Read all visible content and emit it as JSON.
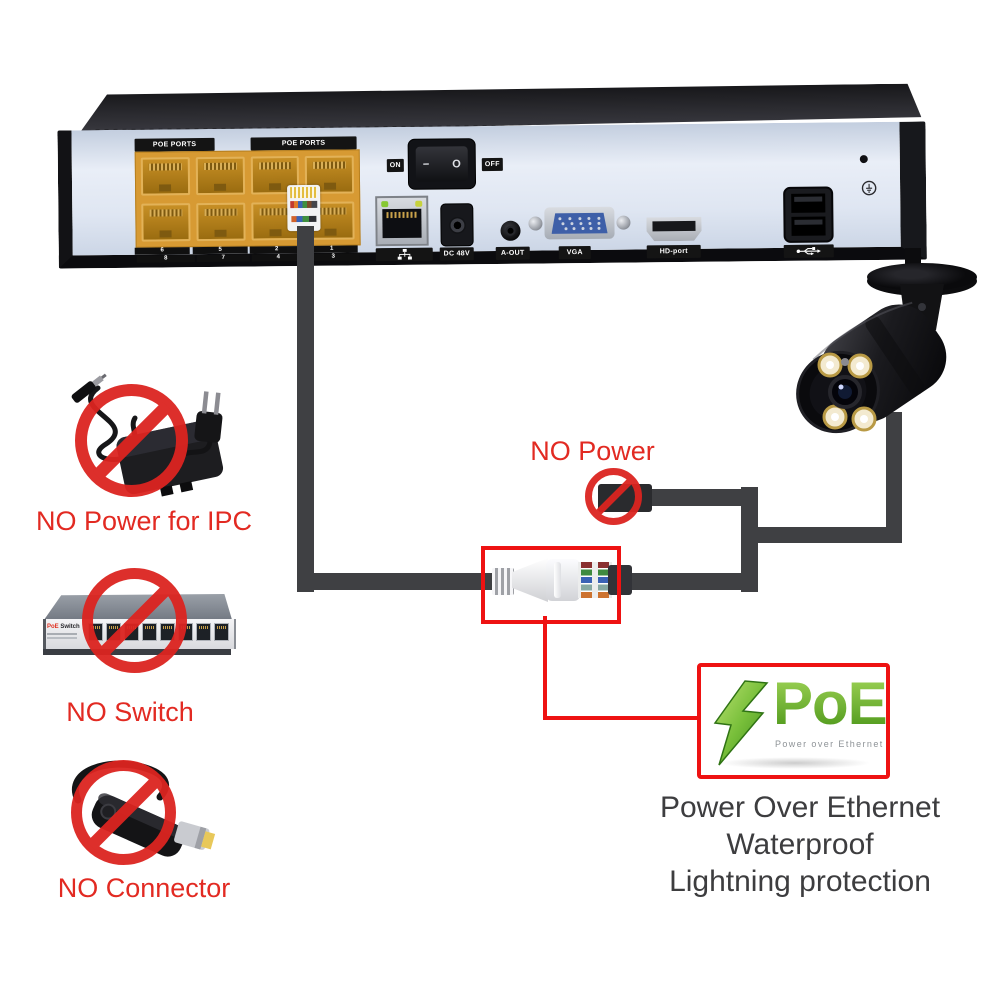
{
  "nvr": {
    "poe_ports_labels": [
      "POE PORTS",
      "POE PORTS"
    ],
    "port_numbers": {
      "row1": [
        "6",
        "5",
        "2",
        "1"
      ],
      "row2": [
        "8",
        "7",
        "4",
        "3"
      ]
    },
    "power": {
      "on": "ON",
      "off": "OFF",
      "rocker_line": "−",
      "rocker_circle": "O"
    },
    "jacks": {
      "dc": "DC 48V",
      "audio": "A-OUT",
      "vga": "VGA",
      "hdmi": "HD-port"
    }
  },
  "prohibited": {
    "power_for_ipc": "NO Power for IPC",
    "switch": "NO Switch",
    "connector": "NO Connector",
    "power": "NO Power"
  },
  "switch_device": {
    "brand": "PoE",
    "name": "Switch"
  },
  "poe_badge": {
    "title": "PoE",
    "subtitle": "Power over Ethernet"
  },
  "features": [
    "Power Over Ethernet",
    "Waterproof",
    "Lightning protection"
  ],
  "colors": {
    "red_text": "#e22a22",
    "red_line": "#ee1212",
    "prohibition_red": "#dc2420",
    "cable_gray": "#3f4043",
    "ports_orange": "#d79a33",
    "poe_green_light": "#a7d95c",
    "poe_green_dark": "#449114",
    "panel_blue": "#dfe6f2"
  }
}
